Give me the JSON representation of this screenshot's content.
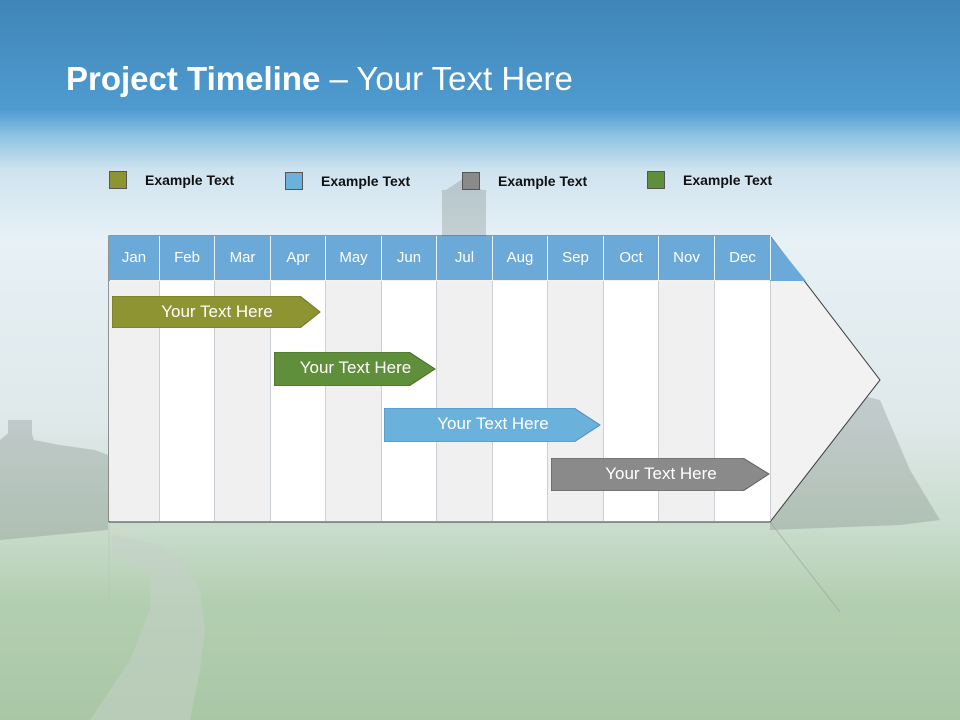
{
  "title": {
    "bold": "Project Timeline",
    "rest": " – Your Text Here"
  },
  "legend": [
    {
      "label": "Example Text",
      "color": "#8f9432"
    },
    {
      "label": "Example Text",
      "color": "#6ab1dc"
    },
    {
      "label": "Example Text",
      "color": "#8a8a8a"
    },
    {
      "label": "Example Text",
      "color": "#5f8f3a"
    }
  ],
  "months": [
    "Jan",
    "Feb",
    "Mar",
    "Apr",
    "May",
    "Jun",
    "Jul",
    "Aug",
    "Sep",
    "Oct",
    "Nov",
    "Dec"
  ],
  "tasks": [
    {
      "label": "Your  Text Here",
      "color": "#8f9432"
    },
    {
      "label": "Your  Text Here",
      "color": "#5f8f3a"
    },
    {
      "label": "Your  Text Here",
      "color": "#6ab1dc"
    },
    {
      "label": "Your  Text Here",
      "color": "#8a8a8a"
    }
  ]
}
